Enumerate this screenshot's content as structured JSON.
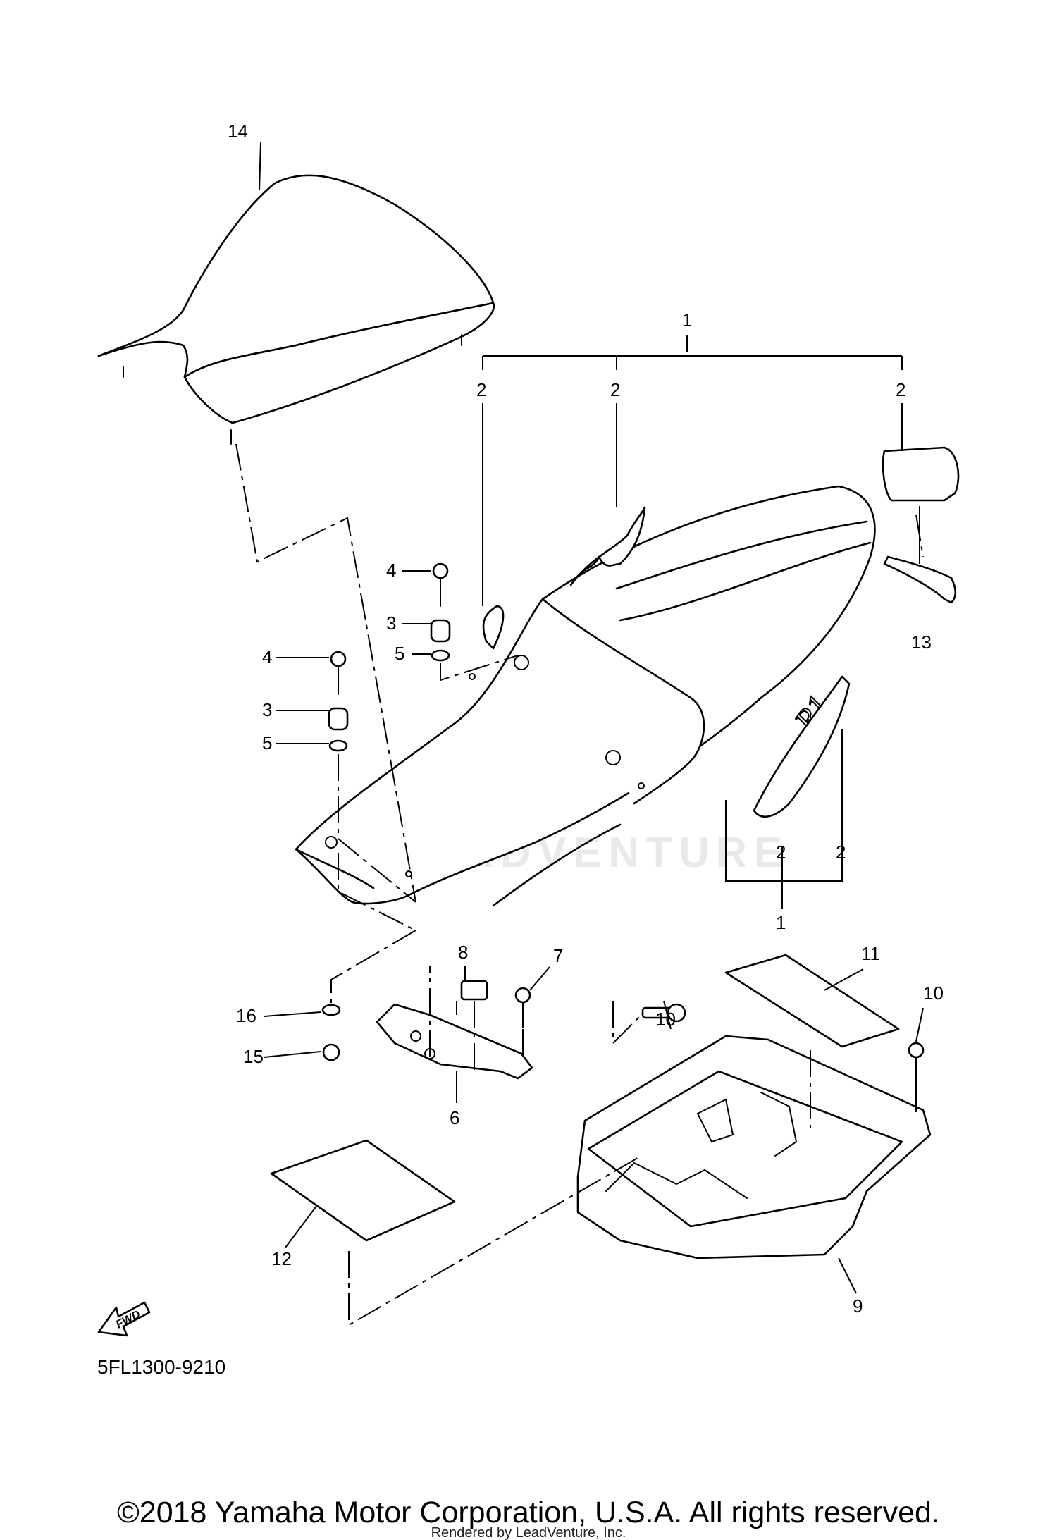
{
  "diagram": {
    "code": "5FL1300-9210",
    "callouts": {
      "c1a": "1",
      "c1b": "1",
      "c2a": "2",
      "c2b": "2",
      "c2c": "2",
      "c2d": "2",
      "c2e": "2",
      "c3a": "3",
      "c3b": "3",
      "c4a": "4",
      "c4b": "4",
      "c5a": "5",
      "c5b": "5",
      "c6": "6",
      "c7": "7",
      "c8": "8",
      "c9": "9",
      "c10a": "10",
      "c10b": "10",
      "c11": "11",
      "c12": "12",
      "c13": "13",
      "c14": "14",
      "c15": "15",
      "c16": "16"
    },
    "fwd_label": "FWD",
    "seat_logo": "R1",
    "watermark": "LEADVENTURE"
  },
  "footer": {
    "copyright": "©2018 Yamaha Motor Corporation, U.S.A. All rights reserved.",
    "rendered_by": "Rendered by LeadVenture, Inc."
  }
}
